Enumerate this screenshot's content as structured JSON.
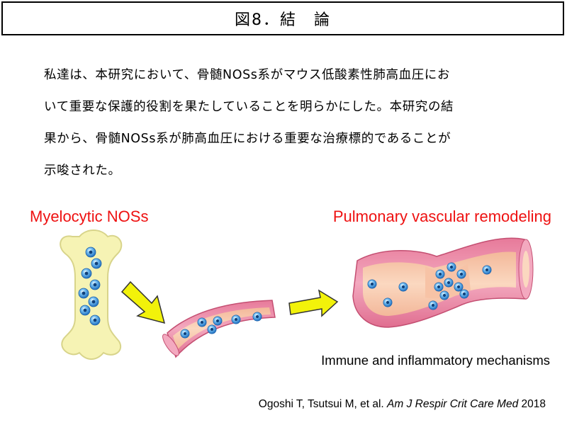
{
  "title": "図8．結　論",
  "body_lines": [
    "私達は、本研究において、骨髄NOSs系がマウス低酸素性肺高血圧にお",
    "いて重要な保護的役割を果たしていることを明らかにした。本研究の結",
    "果から、骨髄NOSs系が肺高血圧における重要な治療標的であることが",
    "示唆された。"
  ],
  "labels": {
    "left": "Myelocytic NOSs",
    "right": "Pulmonary vascular remodeling",
    "mechanisms": "Immune and inflammatory mechanisms"
  },
  "citation": {
    "authors": "Ogoshi T, Tsutsui M,  et al.",
    "journal": "Am J Respir Crit Care Med",
    "year": "2018"
  },
  "colors": {
    "label_red": "#ee1111",
    "bone_fill": "#f6f3b4",
    "vessel_outer": "#ee9db3",
    "vessel_lumen": "#f8c8a8",
    "cell_blue": "#3a8fd8",
    "arrow_yellow": "#f2f20a"
  }
}
